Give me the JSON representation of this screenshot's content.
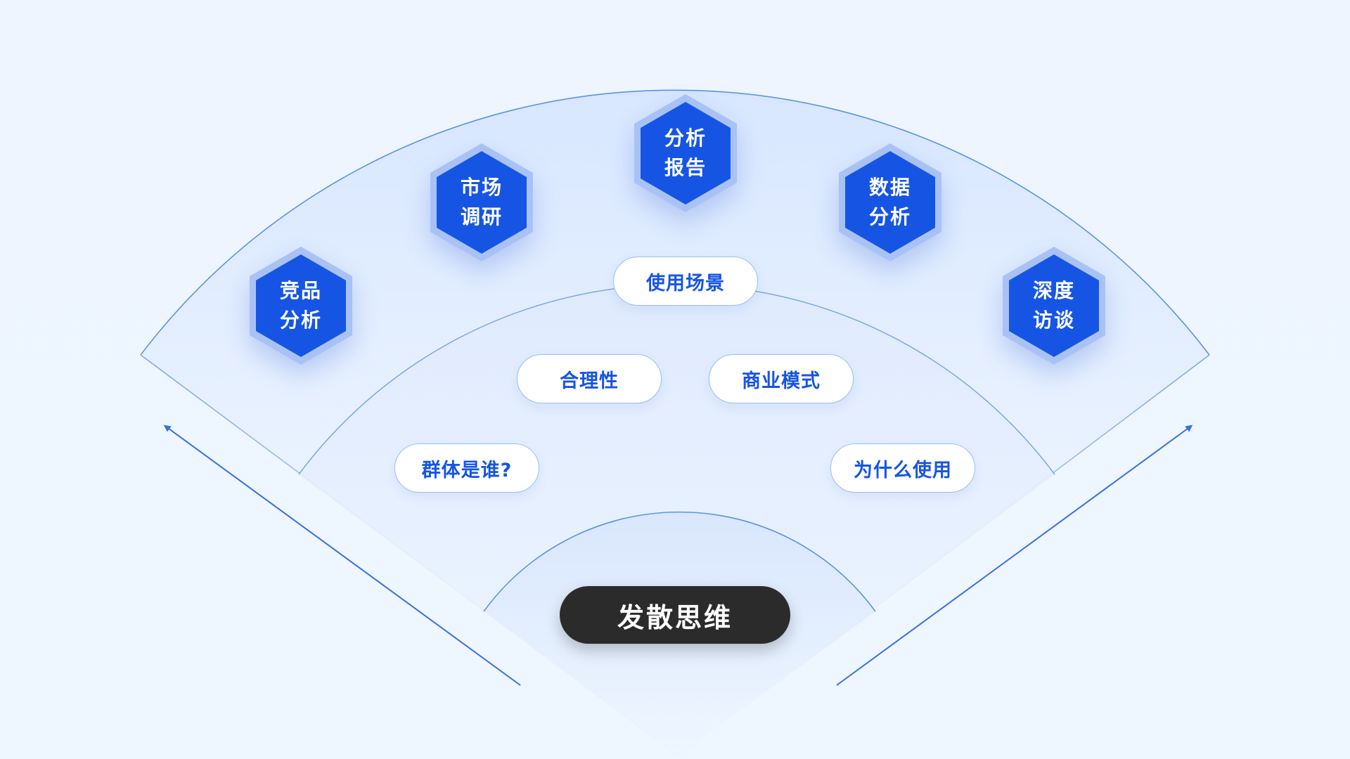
{
  "colors": {
    "background": "#eef5ff",
    "hex_fill": "#1655e4",
    "hex_halo": "#a9c2f5",
    "pill_text": "#1655e4",
    "pill_border": "#9dbdf0",
    "core_fill": "#2b2b2b",
    "arc_line": "#5c93e8",
    "arrow": "#3a6fe0"
  },
  "diagram": {
    "center": {
      "label": "发散思维"
    },
    "inner_ring": {
      "items": [
        {
          "label": "群体是谁?"
        },
        {
          "label": "合理性"
        },
        {
          "label": "使用场景"
        },
        {
          "label": "商业模式"
        },
        {
          "label": "为什么使用"
        }
      ]
    },
    "outer_ring": {
      "items": [
        {
          "line1": "竞品",
          "line2": "分析"
        },
        {
          "line1": "市场",
          "line2": "调研"
        },
        {
          "line1": "分析",
          "line2": "报告"
        },
        {
          "line1": "数据",
          "line2": "分析"
        },
        {
          "line1": "深度",
          "line2": "访谈"
        }
      ]
    }
  }
}
